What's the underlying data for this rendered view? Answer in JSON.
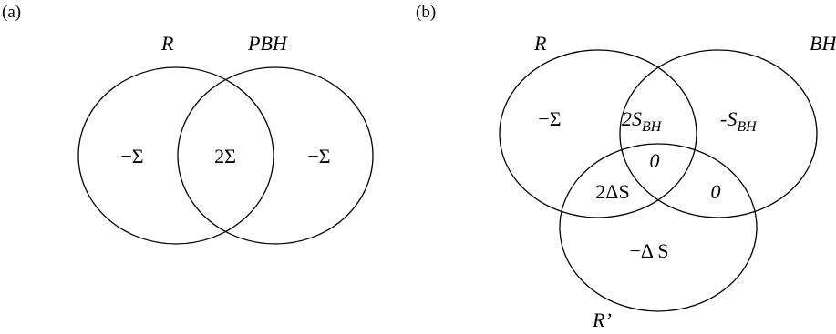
{
  "panel_a": {
    "tag": "(a)",
    "set_left": "R",
    "set_right": "PBH",
    "region_left": "−Σ",
    "region_overlap": "2Σ",
    "region_right": "−Σ"
  },
  "panel_b": {
    "tag": "(b)",
    "set_r": "R",
    "set_bh": "BH",
    "set_rprime": "R’",
    "region_r_only": "−Σ",
    "region_r_bh": {
      "base": "2S",
      "sub": "BH"
    },
    "region_bh_only": {
      "base": "-S",
      "sub": "BH"
    },
    "region_center": "0",
    "region_r_rprime": "2ΔS",
    "region_bh_rprime": "0",
    "region_rprime_only": "−Δ S"
  }
}
